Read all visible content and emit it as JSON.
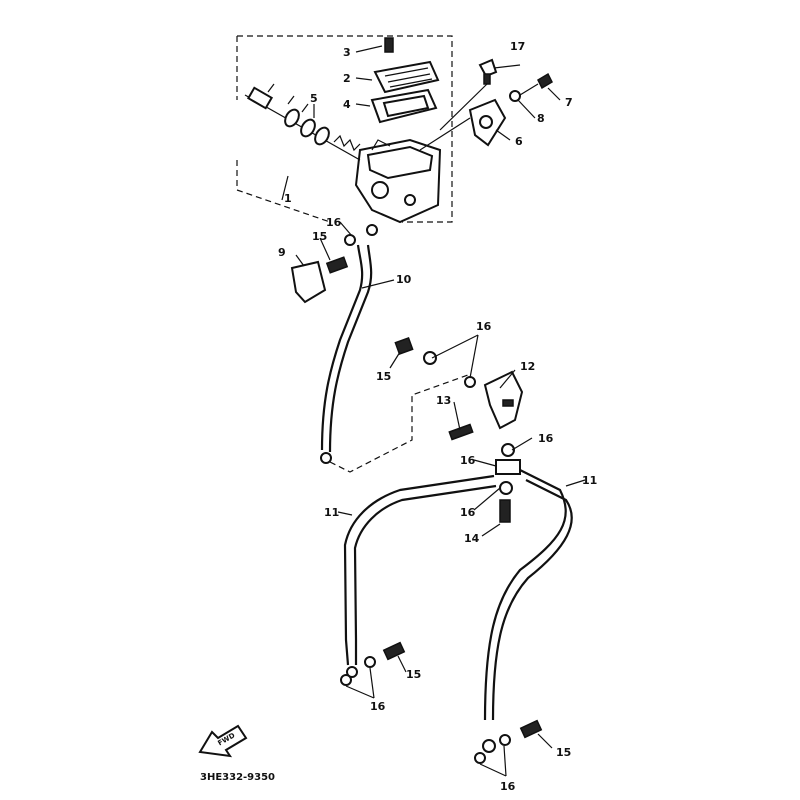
{
  "diagram": {
    "code_label": "3HE332-9350",
    "part_labels": [
      {
        "id": "p1",
        "text": "1"
      },
      {
        "id": "p2",
        "text": "2"
      },
      {
        "id": "p3",
        "text": "3"
      },
      {
        "id": "p4",
        "text": "4"
      },
      {
        "id": "p5",
        "text": "5"
      },
      {
        "id": "p6",
        "text": "6"
      },
      {
        "id": "p7",
        "text": "7"
      },
      {
        "id": "p8",
        "text": "8"
      },
      {
        "id": "p9",
        "text": "9"
      },
      {
        "id": "p10",
        "text": "10"
      },
      {
        "id": "p11a",
        "text": "11"
      },
      {
        "id": "p11b",
        "text": "11"
      },
      {
        "id": "p12",
        "text": "12"
      },
      {
        "id": "p13",
        "text": "13"
      },
      {
        "id": "p14",
        "text": "14"
      },
      {
        "id": "p15a",
        "text": "15"
      },
      {
        "id": "p15b",
        "text": "15"
      },
      {
        "id": "p15c",
        "text": "15"
      },
      {
        "id": "p15d",
        "text": "15"
      },
      {
        "id": "p16a",
        "text": "16"
      },
      {
        "id": "p16b",
        "text": "16"
      },
      {
        "id": "p16c",
        "text": "16"
      },
      {
        "id": "p16d",
        "text": "16"
      },
      {
        "id": "p16e",
        "text": "16"
      },
      {
        "id": "p16f",
        "text": "16"
      },
      {
        "id": "p16g",
        "text": "16"
      },
      {
        "id": "p17",
        "text": "17"
      }
    ]
  }
}
